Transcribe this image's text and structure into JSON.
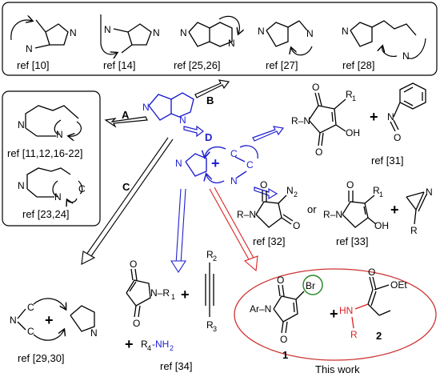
{
  "refs": {
    "r10": "ref [10]",
    "r14": "ref [14]",
    "r25": "ref [25,26]",
    "r27": "ref [27]",
    "r28": "ref [28]",
    "r11": "ref [11,12,16-22]",
    "r23": "ref [23,24]",
    "r31": "ref [31]",
    "r32": "ref [32]",
    "r33": "ref [33]",
    "r29": "ref [29,30]",
    "r34": "ref [34]"
  },
  "route_labels": {
    "a": "A",
    "b": "B",
    "c": "C",
    "d": "D"
  },
  "atoms": {
    "n": "N",
    "c": "C",
    "o": "O",
    "oh": "OH",
    "oet": "OEt",
    "br": "Br",
    "hn": "HN",
    "r": "R",
    "r1": "R",
    "r1sub": "1",
    "r2": "R",
    "r2sub": "2",
    "r3": "R",
    "r3sub": "3",
    "r4": "R",
    "r4sub": "4",
    "nh2": "-NH",
    "nh2sub": "2",
    "ar": "Ar",
    "n2": "N",
    "n2sub": "2",
    "rdash": "R–",
    "rn": "R–N",
    "ar_n": "Ar–N",
    "nr1": "N–R",
    "or": "or"
  },
  "compounds": {
    "c1": "1",
    "c2": "2"
  },
  "plus": "+",
  "this_work": "This work",
  "colors": {
    "blue": "#1f1fd0",
    "red": "#d22",
    "green": "#2a8a2a"
  }
}
